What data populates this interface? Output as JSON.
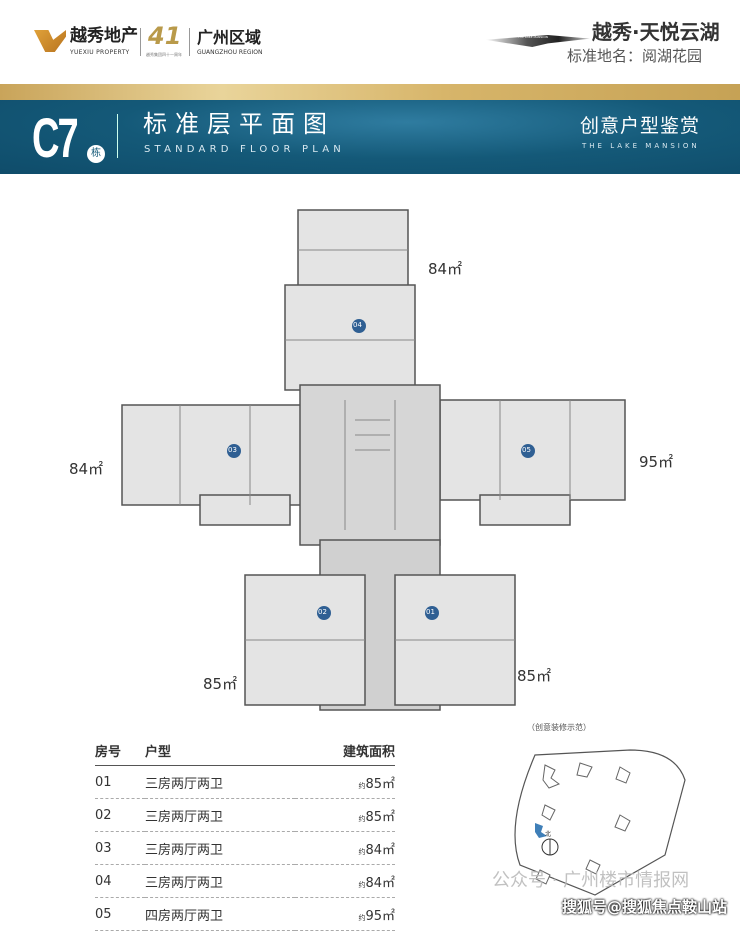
{
  "header": {
    "brand": "越秀地产",
    "brand_en": "YUEXIU PROPERTY",
    "anniversary": "41",
    "anniversary_sub": "越秀集团四十一周年",
    "region": "广州区域",
    "region_en": "GUANGZHOU REGION",
    "swoosh_text": "THE LAKE MANSION",
    "project": "越秀·天悦云湖",
    "project_sub": "标准地名：阅湖花园"
  },
  "banner": {
    "building": "C7",
    "building_suffix": "栋",
    "title": "标准层平面图",
    "title_en": "STANDARD FLOOR PLAN",
    "right_title": "创意户型鉴赏",
    "right_en": "THE LAKE MANSION"
  },
  "plan": {
    "units": [
      {
        "id": "04",
        "area": "84㎡"
      },
      {
        "id": "03",
        "area": "84㎡"
      },
      {
        "id": "05",
        "area": "95㎡"
      },
      {
        "id": "02",
        "area": "85㎡"
      },
      {
        "id": "01",
        "area": "85㎡"
      }
    ]
  },
  "table": {
    "headers": [
      "房号",
      "户型",
      "建筑面积"
    ],
    "rows": [
      {
        "no": "01",
        "type": "三房两厅两卫",
        "prefix": "约",
        "area": "85㎡"
      },
      {
        "no": "02",
        "type": "三房两厅两卫",
        "prefix": "约",
        "area": "85㎡"
      },
      {
        "no": "03",
        "type": "三房两厅两卫",
        "prefix": "约",
        "area": "84㎡"
      },
      {
        "no": "04",
        "type": "三房两厅两卫",
        "prefix": "约",
        "area": "84㎡"
      },
      {
        "no": "05",
        "type": "四房两厅两卫",
        "prefix": "约",
        "area": "95㎡"
      }
    ]
  },
  "site_map": {
    "caption": "（创意装修示范）",
    "north": "北"
  },
  "watermarks": {
    "wechat": "公众号 · 广州楼市情报网",
    "sohu": "搜狐号@搜狐焦点鞍山站"
  }
}
